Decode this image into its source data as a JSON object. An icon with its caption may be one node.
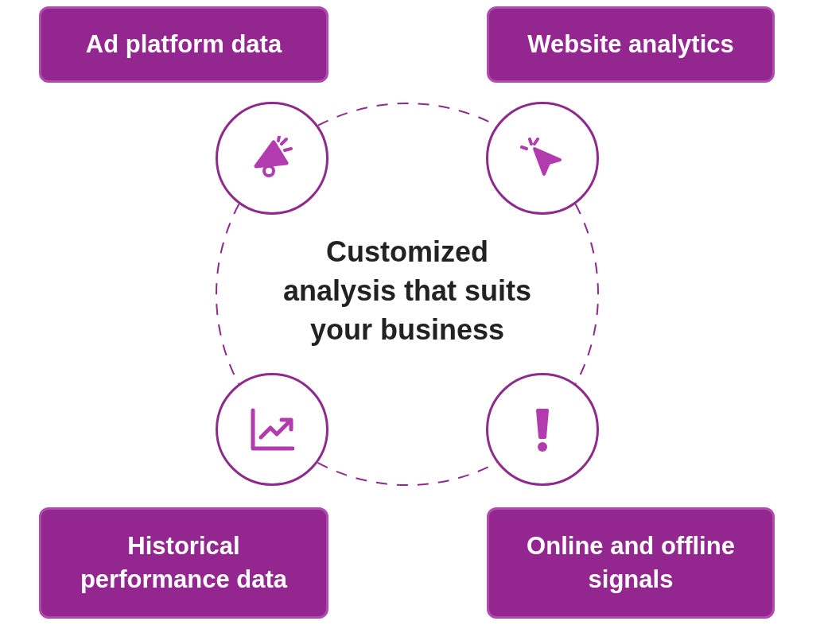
{
  "diagram": {
    "nodes": [
      {
        "text": [
          "Ad platform data"
        ]
      },
      {
        "text": [
          "Website analytics"
        ]
      },
      {
        "text": [],
        "shape": "circle"
      },
      {
        "text": [],
        "shape": "circle"
      },
      {
        "text": [],
        "shape": "circle"
      },
      {
        "text": [],
        "shape": "circle"
      },
      {
        "text": [
          "Historical performance data"
        ]
      },
      {
        "text": [
          "Online and offline signals"
        ]
      }
    ],
    "edges": [
      {
        "from": 2,
        "to": 3,
        "arrow": "none",
        "style": "dashed"
      },
      {
        "from": 2,
        "to": 4,
        "arrow": "none",
        "style": "dashed"
      },
      {
        "from": 3,
        "to": 5,
        "arrow": "none",
        "style": "dashed"
      },
      {
        "from": 4,
        "to": 5,
        "arrow": "none",
        "style": "dashed"
      }
    ],
    "labels": [
      "Customized analysis that suits your business"
    ]
  }
}
